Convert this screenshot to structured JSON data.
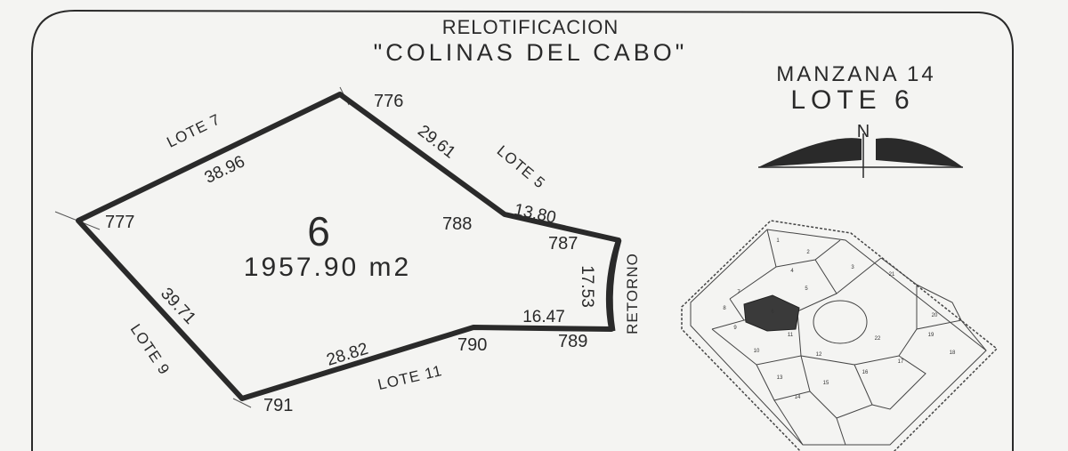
{
  "header": {
    "line1": "RELOTIFICACION",
    "line2": "\"COLINAS DEL CABO\""
  },
  "block": {
    "manzana": "MANZANA 14",
    "lote": "LOTE 6"
  },
  "north_label": "N",
  "lot": {
    "number": "6",
    "area": "1957.90 m2"
  },
  "points": [
    "776",
    "777",
    "788",
    "787",
    "789",
    "790",
    "791"
  ],
  "dimensions": [
    "38.96",
    "29.61",
    "13.80",
    "17.53",
    "16.47",
    "28.82",
    "39.71"
  ],
  "adjacent": {
    "lote7": "LOTE 7",
    "lote5": "LOTE 5",
    "lote9": "LOTE 9",
    "lote11": "LOTE 11",
    "retorno": "RETORNO"
  },
  "location_map": {
    "lots": [
      "1",
      "2",
      "3",
      "4",
      "5",
      "6",
      "7",
      "8",
      "9",
      "10",
      "11",
      "12",
      "13",
      "14",
      "15",
      "16",
      "17",
      "18",
      "19",
      "20",
      "21",
      "22"
    ]
  },
  "colors": {
    "ink": "#2a2a2a",
    "paper": "#f4f4f2",
    "highlight": "#3a3a3a"
  }
}
